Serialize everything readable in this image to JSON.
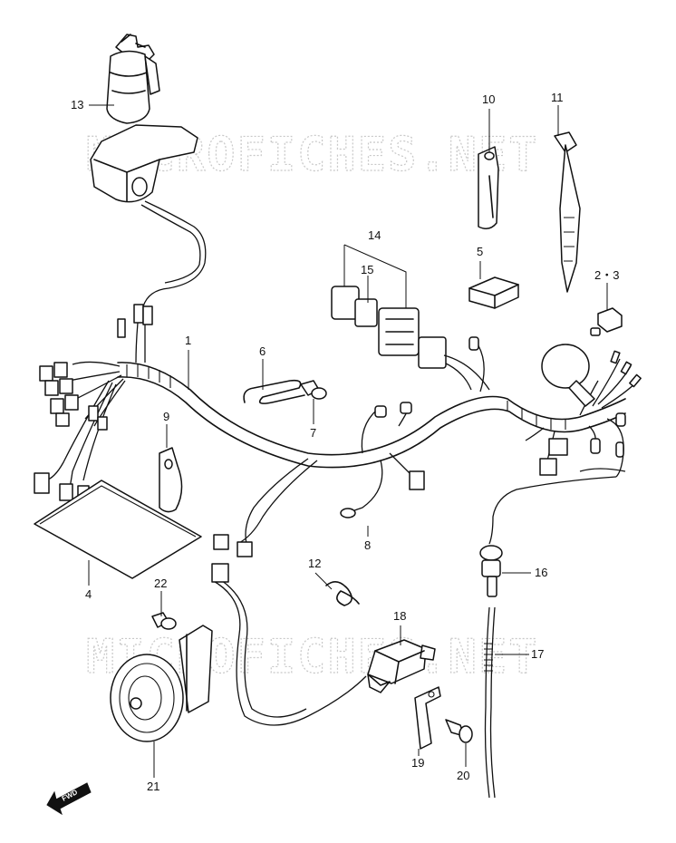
{
  "watermark": "MICROFICHES.NET",
  "fwd_label": "FWD",
  "callouts": {
    "c1": "1",
    "c2_3": "2・3",
    "c4": "4",
    "c5": "5",
    "c6": "6",
    "c7": "7",
    "c8": "8",
    "c9": "9",
    "c10": "10",
    "c11": "11",
    "c12": "12",
    "c13": "13",
    "c14": "14",
    "c15": "15",
    "c16": "16",
    "c17": "17",
    "c18": "18",
    "c19": "19",
    "c20": "20",
    "c21": "21",
    "c22": "22"
  }
}
